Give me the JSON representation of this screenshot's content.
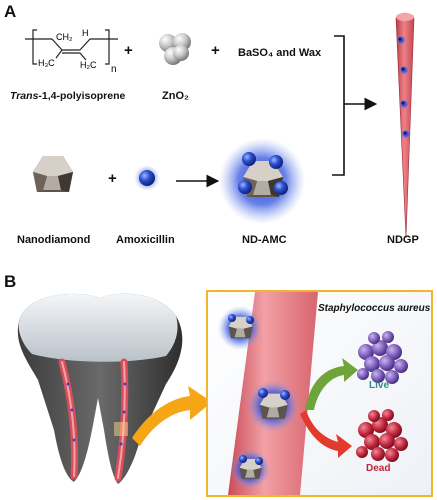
{
  "panel_a": {
    "letter": "A",
    "polymer_name_italic": "Trans",
    "polymer_name_rest": "-1,4-polyisoprene",
    "chem_ch2": "CH₂",
    "chem_h": "H",
    "chem_h3c": "H₃C",
    "chem_h2c": "H₂C",
    "chem_n": "n",
    "plus_sign": "+",
    "zno2_label": "ZnO₂",
    "baso4_wax_label": "BaSO₄ and Wax",
    "nanodiamond_label": "Nanodiamond",
    "amoxicillin_label": "Amoxicillin",
    "nd_amc_label": "ND-AMC",
    "ndgp_label": "NDGP"
  },
  "panel_b": {
    "letter": "B",
    "bacteria_title": "Staphylococcus aureus",
    "live_label": "Live",
    "dead_label": "Dead"
  },
  "colors": {
    "cone": "#e0626a",
    "glow": "#2f4fd6",
    "live": "#7a5ab8",
    "dead": "#c0243a",
    "frame": "#f1b42a",
    "arrow_orange": "#f5a516",
    "arrow_green": "#6fa43a",
    "arrow_red": "#e23a2c"
  }
}
